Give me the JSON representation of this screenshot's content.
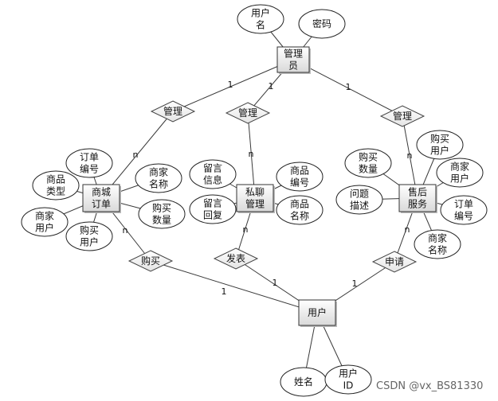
{
  "entities": {
    "admin": [
      "管理",
      "员"
    ],
    "order": [
      "商城",
      "订单"
    ],
    "chat": [
      "私聊",
      "管理"
    ],
    "after": [
      "售后",
      "服务"
    ],
    "user": [
      "用户"
    ]
  },
  "relationships": {
    "r_order": "管理",
    "r_chat": "管理",
    "r_after": "管理",
    "r_buy": "购买",
    "r_post": "发表",
    "r_apply": "申请"
  },
  "attributes": {
    "a_username": [
      "用户",
      "名"
    ],
    "a_pwd": [
      "密码"
    ],
    "o_no": [
      "订单",
      "编号"
    ],
    "o_type": [
      "商品",
      "类型"
    ],
    "o_mname": [
      "商家",
      "名称"
    ],
    "o_muser": [
      "商家",
      "用户"
    ],
    "o_buyer": [
      "购买",
      "用户"
    ],
    "o_qty": [
      "购买",
      "数量"
    ],
    "c_msg": [
      "留言",
      "信息"
    ],
    "c_reply": [
      "留言",
      "回复"
    ],
    "c_gno": [
      "商品",
      "编号"
    ],
    "c_gname": [
      "商品",
      "名称"
    ],
    "s_qty": [
      "购买",
      "数量"
    ],
    "s_buyer": [
      "购买",
      "用户"
    ],
    "s_muser": [
      "商家",
      "用户"
    ],
    "s_desc": [
      "问题",
      "描述"
    ],
    "s_ono": [
      "订单",
      "编号"
    ],
    "s_mname": [
      "商家",
      "名称"
    ],
    "u_name": [
      "姓名"
    ],
    "u_id": [
      "用户",
      "ID"
    ]
  },
  "cardinalities": {
    "c1": "1",
    "c2": "1",
    "c3": "1",
    "c4": "n",
    "c5": "n",
    "c6": "n",
    "c7": "n",
    "c8": "n",
    "c9": "n",
    "c10": "1",
    "c11": "1",
    "c12": "1"
  },
  "watermark": "CSDN @vx_BS81330"
}
